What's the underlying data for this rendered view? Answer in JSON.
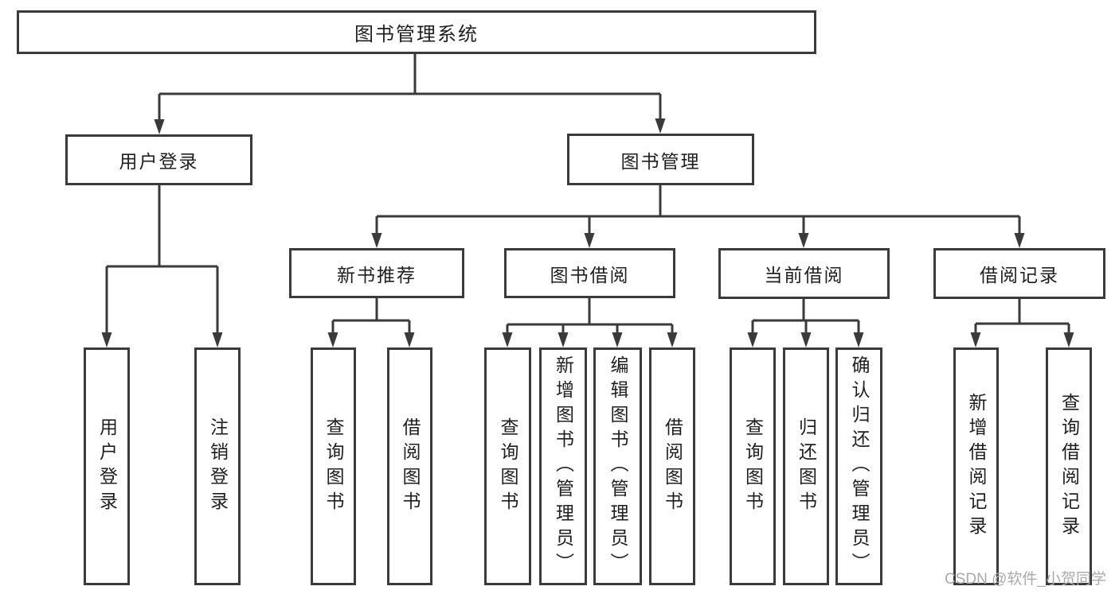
{
  "colors": {
    "line": "#3a3a3a",
    "text": "#1f1f1f",
    "watermark": "#aaaaaa"
  },
  "watermark": {
    "text": "CSDN @软件_小贺同学"
  },
  "tree": {
    "label": "图书管理系统",
    "children": [
      {
        "label": "用户登录",
        "children": [
          {
            "label": "用户登录"
          },
          {
            "label": "注销登录"
          }
        ]
      },
      {
        "label": "图书管理",
        "children": [
          {
            "label": "新书推荐",
            "children": [
              {
                "label": "查询图书"
              },
              {
                "label": "借阅图书"
              }
            ]
          },
          {
            "label": "图书借阅",
            "children": [
              {
                "label": "查询图书"
              },
              {
                "label": "新增图书（管理员）"
              },
              {
                "label": "编辑图书（管理员）"
              },
              {
                "label": "借阅图书"
              }
            ]
          },
          {
            "label": "当前借阅",
            "children": [
              {
                "label": "查询图书"
              },
              {
                "label": "归还图书"
              },
              {
                "label": "确认归还（管理员）"
              }
            ]
          },
          {
            "label": "借阅记录",
            "children": [
              {
                "label": "新增借阅记录"
              },
              {
                "label": "查询借阅记录"
              }
            ]
          }
        ]
      }
    ]
  }
}
